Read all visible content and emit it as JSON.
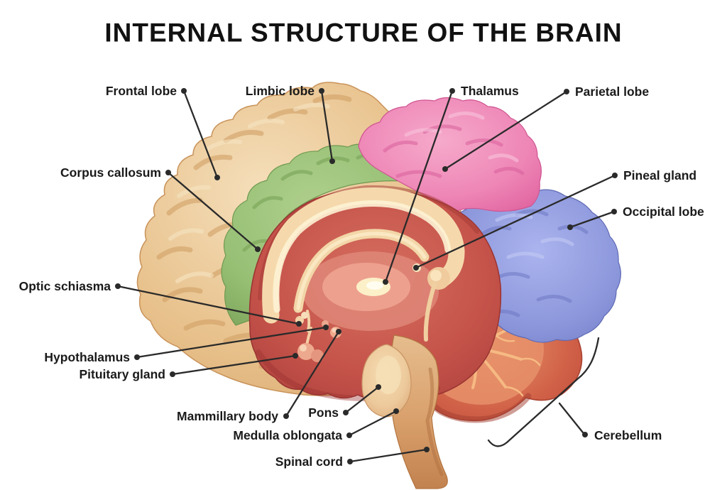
{
  "title": "INTERNAL STRUCTURE OF THE BRAIN",
  "labels": [
    {
      "id": "frontal-lobe",
      "text": "Frontal lobe"
    },
    {
      "id": "limbic-lobe",
      "text": "Limbic lobe"
    },
    {
      "id": "thalamus",
      "text": "Thalamus"
    },
    {
      "id": "parietal-lobe",
      "text": "Parietal lobe"
    },
    {
      "id": "corpus-callosum",
      "text": "Corpus callosum"
    },
    {
      "id": "pineal-gland",
      "text": "Pineal gland"
    },
    {
      "id": "occipital-lobe",
      "text": "Occipital lobe"
    },
    {
      "id": "optic-schiasma",
      "text": "Optic schiasma"
    },
    {
      "id": "hypothalamus",
      "text": "Hypothalamus"
    },
    {
      "id": "pituitary-gland",
      "text": "Pituitary gland"
    },
    {
      "id": "mammillary-body",
      "text": "Mammillary body"
    },
    {
      "id": "pons",
      "text": "Pons"
    },
    {
      "id": "medulla-oblongata",
      "text": "Medulla oblongata"
    },
    {
      "id": "spinal-cord",
      "text": "Spinal cord"
    },
    {
      "id": "cerebellum",
      "text": "Cerebellum"
    }
  ],
  "colors": {
    "background": "#ffffff",
    "title_text": "#111111",
    "label_text": "#1a1a1a",
    "leader_line": "#2a2a2a",
    "frontal_lobe_tan": "#e8c18c",
    "limbic_lobe_green": "#96bf74",
    "parietal_lobe_pink": "#ee86b6",
    "occipital_lobe_blue": "#8d98dc",
    "inner_brain_red": "#c5534a",
    "corpus_callosum_cream": "#f5d9ac",
    "thalamus_highlight_cream": "#fcf0c8",
    "cerebellum_red_orange": "#d06047",
    "arbor_vitae_orange": "#f6ba83",
    "brainstem_tan": "#d9a06c",
    "pons_tan": "#edca9c"
  }
}
